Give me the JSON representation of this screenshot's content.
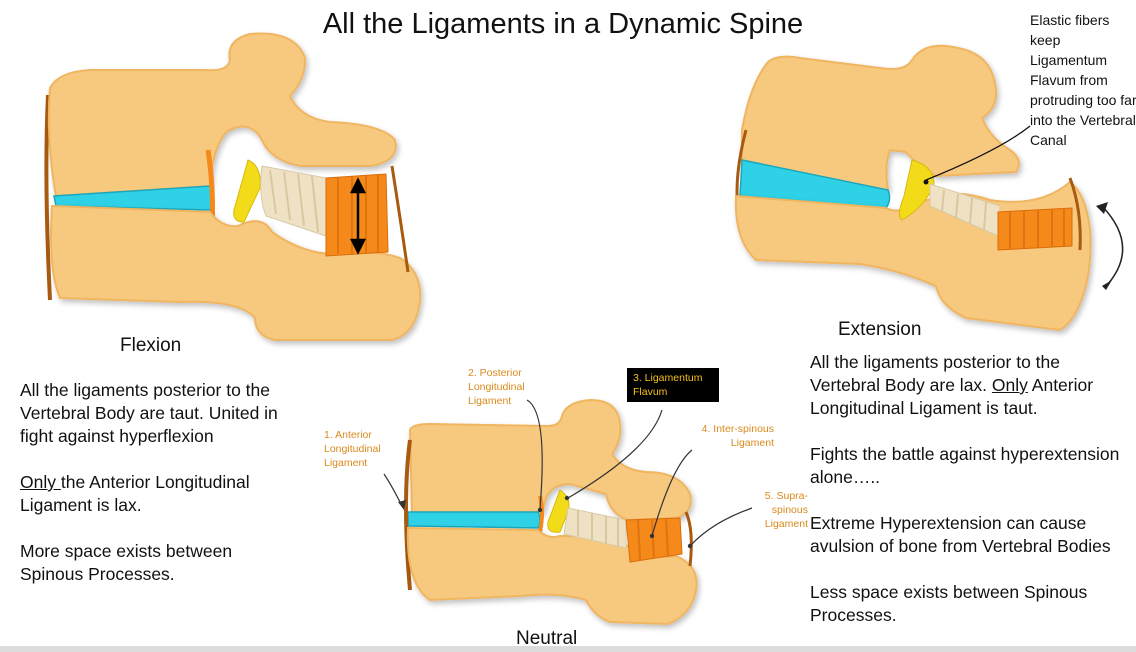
{
  "title": "All the Ligaments in a Dynamic Spine",
  "diagrams": {
    "flexion": {
      "label": "Flexion"
    },
    "extension": {
      "label": "Extension"
    },
    "neutral": {
      "label": "Neutral"
    }
  },
  "callout_labels": {
    "anterior_longitudinal": "1. Anterior Longitudinal Ligament",
    "posterior_longitudinal": "2. Posterior Longitudinal Ligament",
    "ligamentum_flavum": "3. Ligamentum Flavum",
    "interspinous": "4. Inter-spinous Ligament",
    "supraspinous": "5. Supra-spinous Ligament"
  },
  "elastic_note": "Elastic fibers keep Ligamentum Flavum from protruding too far into the Vertebral Canal",
  "flexion_text": {
    "p1": "All the ligaments posterior to the Vertebral Body are taut. United in fight against hyperflexion",
    "p2_underlined": "Only ",
    "p2_rest": "the Anterior Longitudinal Ligament is lax.",
    "p3": "More space exists between Spinous Processes."
  },
  "extension_text": {
    "p1_pre": "All the ligaments posterior to the Vertebral Body are lax.  ",
    "p1_underlined": "Only",
    "p1_post": " Anterior Longitudinal Ligament is taut.",
    "p2": "Fights the battle against hyperextension alone…..",
    "p3": "Extreme Hyperextension can cause avulsion of bone from  Vertebral Bodies",
    "p4": "Less space exists between Spinous Processes."
  },
  "colors": {
    "bone": "#f7c97e",
    "bone_outline": "#f0b560",
    "disc": "#2ed1e6",
    "flavum": "#f2dc1a",
    "interspinous": "#efe2c4",
    "supraspinous": "#f5891a",
    "ligament_edge": "#a85a10",
    "label_orange": "#d98a1c"
  }
}
